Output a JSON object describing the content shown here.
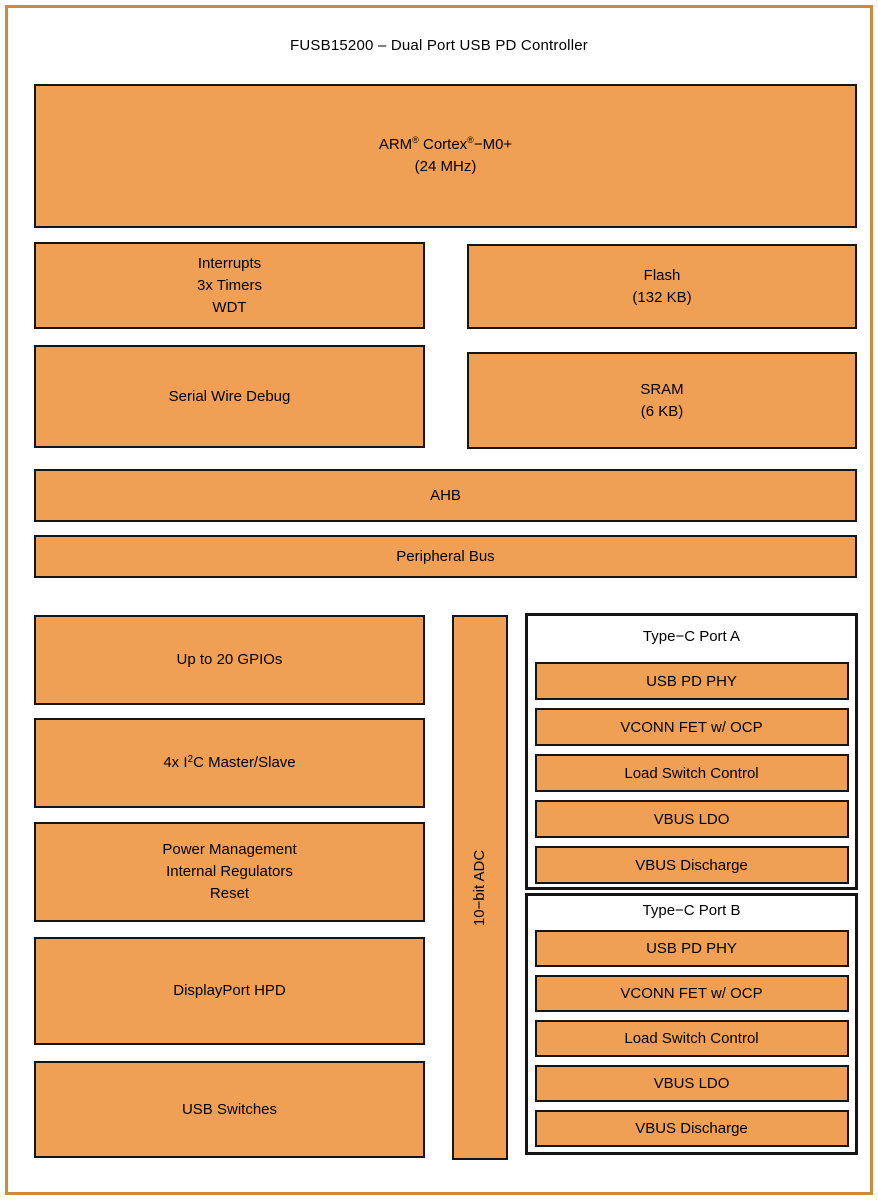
{
  "page": {
    "title": "FUSB15200 – Dual Port USB PD Controller"
  },
  "colors": {
    "block_fill": "#F0A055",
    "block_border": "#151515",
    "frame_border": "#CF8939",
    "background": "#FFFFFF",
    "text": "#000000"
  },
  "cpu": {
    "brand": "ARM",
    "reg": "®",
    "core": " Cortex",
    "model": "−M0+",
    "freq": "(24 MHz)"
  },
  "memory": {
    "interrupts": {
      "lines": [
        "Interrupts",
        "3x Timers",
        "WDT"
      ]
    },
    "flash": {
      "lines": [
        "Flash",
        "(132 KB)"
      ]
    },
    "swd": {
      "label": "Serial Wire Debug"
    },
    "sram": {
      "lines": [
        "SRAM",
        "(6 KB)"
      ]
    }
  },
  "buses": {
    "ahb": "AHB",
    "peripheral": "Peripheral Bus"
  },
  "peripherals": {
    "gpio": "Up to 20 GPIOs",
    "i2c": {
      "pre": "4x I",
      "sup": "2",
      "post": "C Master/Slave"
    },
    "power": {
      "lines": [
        "Power Management",
        "Internal Regulators",
        "Reset"
      ]
    },
    "displayport": "DisplayPort HPD",
    "usb_switches": "USB Switches"
  },
  "adc": {
    "label": "10−bit ADC"
  },
  "ports": [
    {
      "title": "Type−C Port A",
      "blocks": [
        "USB PD PHY",
        "VCONN FET w/ OCP",
        "Load Switch Control",
        "VBUS LDO",
        "VBUS Discharge"
      ]
    },
    {
      "title": "Type−C Port B",
      "blocks": [
        "USB PD PHY",
        "VCONN FET w/ OCP",
        "Load Switch Control",
        "VBUS LDO",
        "VBUS Discharge"
      ]
    }
  ]
}
